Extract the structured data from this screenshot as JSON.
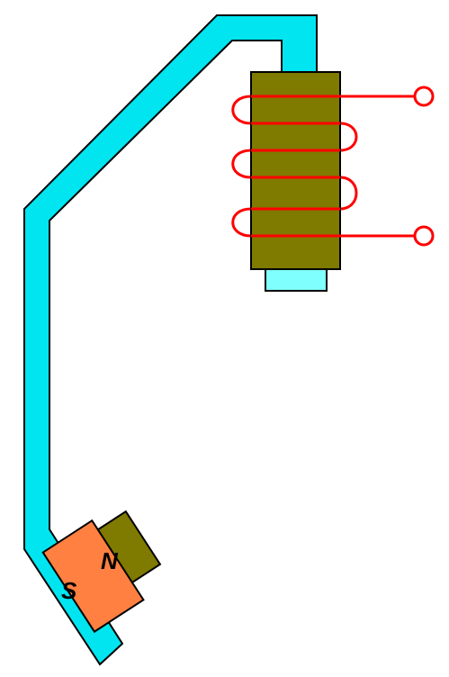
{
  "diagram": {
    "magnet": {
      "south_label": "S",
      "north_label": "N",
      "color": "#FF8040"
    },
    "yoke": {
      "color": "#00E5F0"
    },
    "coil_core": {
      "color": "#7F7A00"
    },
    "core_tip": {
      "color": "#80FFFF"
    },
    "pole_piece": {
      "color": "#7F7A00"
    },
    "winding": {
      "color": "#FF0000",
      "turns": 3
    },
    "terminals": {
      "count": 2
    }
  }
}
